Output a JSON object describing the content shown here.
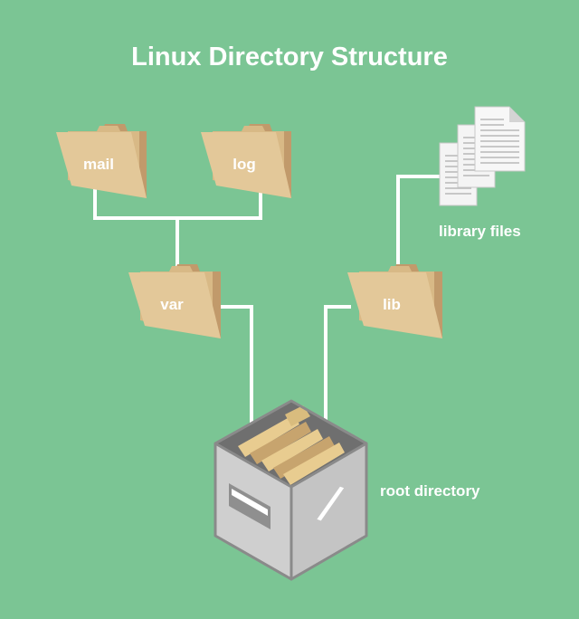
{
  "title": "Linux Directory Structure",
  "folders": {
    "mail": "mail",
    "log": "log",
    "var": "var",
    "lib": "lib"
  },
  "labels": {
    "library_files": "library files",
    "root_directory": "root directory",
    "root_symbol": "/"
  },
  "colors": {
    "background": "#7bc594",
    "folder_front": "#e3c899",
    "folder_back": "#c19a6b",
    "box_dark": "#8a8a8a",
    "box_light": "#c9c9c9",
    "connector": "#ffffff"
  }
}
